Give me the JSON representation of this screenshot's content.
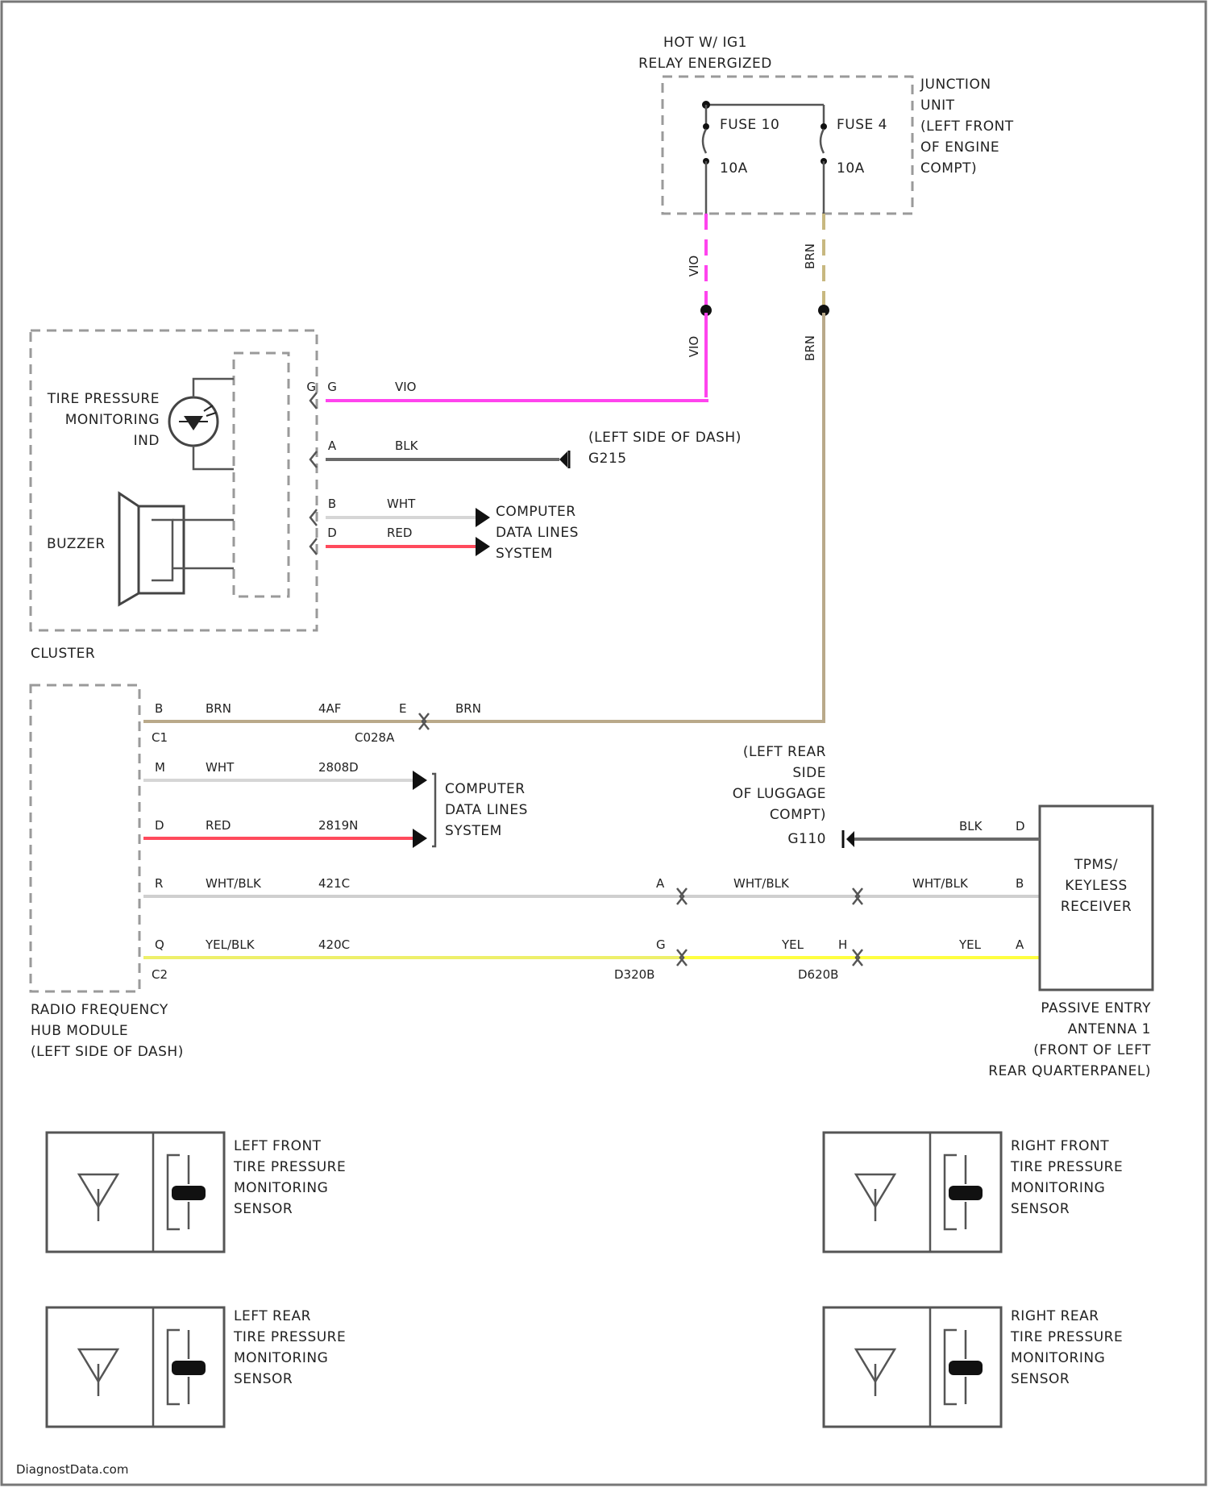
{
  "footer": {
    "watermark": "DiagnostData.com"
  },
  "colors": {
    "vio": "#ff44ee",
    "brn": "#b9a98a",
    "blk": "#6a6a6a",
    "wht": "#d6d6d6",
    "red": "#ff4a5c",
    "yel_blk": "#eef06a",
    "yel": "#ffff40",
    "wht_blk": "#cfcfcf"
  },
  "power": {
    "hot_label_1": "HOT W/ IG1",
    "hot_label_2": "RELAY ENERGIZED",
    "junction_1": "JUNCTION",
    "junction_2": "UNIT",
    "junction_3": "(LEFT FRONT",
    "junction_4": "OF ENGINE",
    "junction_5": "COMPT)",
    "fuse_left_name": "FUSE 10",
    "fuse_left_rating": "10A",
    "fuse_right_name": "FUSE 4",
    "fuse_right_rating": "10A",
    "wire_vio": "VIO",
    "wire_brn": "BRN"
  },
  "cluster": {
    "name": "CLUSTER",
    "tpms_1": "TIRE PRESSURE",
    "tpms_2": "MONITORING",
    "tpms_3": "IND",
    "buzzer": "BUZZER",
    "pins": [
      {
        "pin": "G",
        "color": "VIO"
      },
      {
        "pin": "A",
        "color": "BLK"
      },
      {
        "pin": "B",
        "color": "WHT"
      },
      {
        "pin": "D",
        "color": "RED"
      }
    ],
    "ground_1": "(LEFT SIDE OF DASH)",
    "ground_2": "G215",
    "cdl_1": "COMPUTER",
    "cdl_2": "DATA LINES",
    "cdl_3": "SYSTEM"
  },
  "rfh": {
    "name_1": "RADIO FREQUENCY",
    "name_2": "HUB MODULE",
    "name_3": "(LEFT SIDE OF DASH)",
    "connector_c1": "C1",
    "connector_c2": "C2",
    "row_brn": {
      "pin": "B",
      "color": "BRN",
      "circuit": "4AF",
      "conn_pin": "E",
      "color_after": "BRN",
      "connector": "C028A"
    },
    "row_wht": {
      "pin": "M",
      "color": "WHT",
      "circuit": "2808D"
    },
    "row_red": {
      "pin": "D",
      "color": "RED",
      "circuit": "2819N"
    },
    "row_whtblk": {
      "pin": "R",
      "color": "WHT/BLK",
      "circuit": "421C",
      "conn_pin": "A",
      "color_mid": "WHT/BLK",
      "color_end": "WHT/BLK",
      "end_pin": "B"
    },
    "row_yelblk": {
      "pin": "Q",
      "color": "YEL/BLK",
      "circuit": "420C",
      "conn_pin": "G",
      "color_mid": "YEL",
      "mid_pin": "H",
      "color_end": "YEL",
      "end_pin": "A",
      "connector_1": "D320B",
      "connector_2": "D620B"
    },
    "cdl_1": "COMPUTER",
    "cdl_2": "DATA LINES",
    "cdl_3": "SYSTEM"
  },
  "receiver": {
    "name_1": "TPMS/",
    "name_2": "KEYLESS",
    "name_3": "RECEIVER",
    "ground_1": "(LEFT REAR",
    "ground_2": "SIDE",
    "ground_3": "OF LUGGAGE",
    "ground_4": "COMPT)",
    "ground_5": "G110",
    "gnd_color": "BLK",
    "gnd_pin": "D",
    "antenna_1": "PASSIVE ENTRY",
    "antenna_2": "ANTENNA 1",
    "antenna_3": "(FRONT OF LEFT",
    "antenna_4": "REAR QUARTERPANEL)"
  },
  "sensors": {
    "lf": [
      "LEFT FRONT",
      "TIRE PRESSURE",
      "MONITORING",
      "SENSOR"
    ],
    "rf": [
      "RIGHT FRONT",
      "TIRE PRESSURE",
      "MONITORING",
      "SENSOR"
    ],
    "lr": [
      "LEFT REAR",
      "TIRE PRESSURE",
      "MONITORING",
      "SENSOR"
    ],
    "rr": [
      "RIGHT REAR",
      "TIRE PRESSURE",
      "MONITORING",
      "SENSOR"
    ]
  }
}
